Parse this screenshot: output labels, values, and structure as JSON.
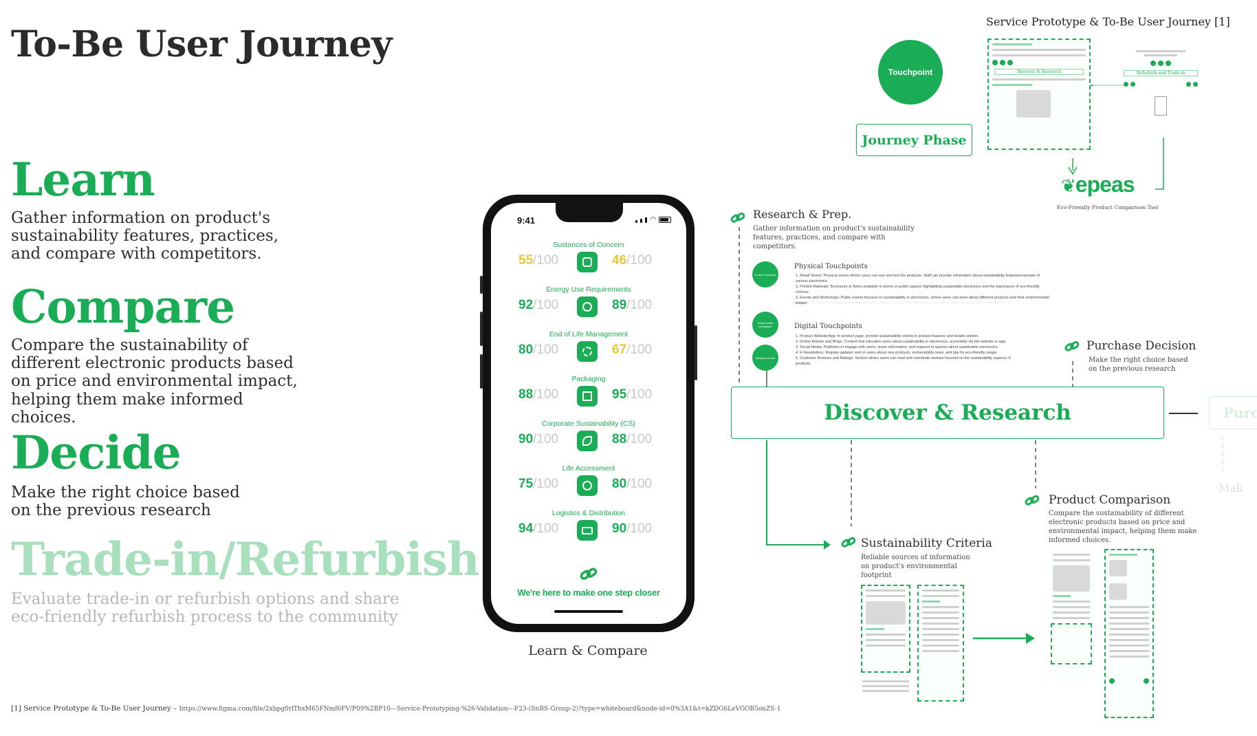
{
  "page": {
    "title": "To-Be User Journey",
    "footnote_label": "[1] Service Prototype & To-Be User Journey –",
    "footnote_url": "https://www.figma.com/file/2xbpg0rlThxM65FNmf6FV/P09%2BP10---Service-Prototyping-%26-Validation---F23-(SnRS-Group-2)?type=whiteboard&node-id=0%3A1&t=kZDG6LeVGOB5onZS-1"
  },
  "phases": [
    {
      "heading": "Learn",
      "description": "Gather information on product's sustainability features, practices, and compare with competitors."
    },
    {
      "heading": "Compare",
      "description": "Compare the sustainability of different electronic products based on price and environmental impact, helping them make informed choices."
    },
    {
      "heading": "Decide",
      "description": "Make the right choice based on the previous research"
    },
    {
      "heading": "Trade-in/Refurbish",
      "description": "Evaluate trade-in or refurbish options and share eco-friendly refurbish process to the community"
    }
  ],
  "phone": {
    "time": "9:41",
    "metrics": [
      {
        "label": "Sustances of Concern",
        "left": "55",
        "right": "46",
        "den": "/100"
      },
      {
        "label": "Energy Use Requirements",
        "left": "92",
        "right": "89",
        "den": "/100"
      },
      {
        "label": "End of Life Management",
        "left": "80",
        "right": "67",
        "den": "/100"
      },
      {
        "label": "Packaging",
        "left": "88",
        "right": "95",
        "den": "/100"
      },
      {
        "label": "Corporate Sustainability (CS)",
        "left": "90",
        "right": "88",
        "den": "/100"
      },
      {
        "label": "Life Accessment",
        "left": "75",
        "right": "80",
        "den": "/100"
      },
      {
        "label": "Logistics & Distribution",
        "left": "94",
        "right": "90",
        "den": "/100"
      }
    ],
    "tagline": "We're here to make one step closer",
    "caption": "Learn & Compare"
  },
  "legend": {
    "title": "Service Prototype & To-Be User Journey [1]",
    "touchpoint": "Touchpoint",
    "journey_phase": "Journey Phase",
    "brand": "epeas",
    "brand_tagline": "Eco-Friendly Product Comparison Tool"
  },
  "diagram": {
    "research_title": "Research & Prep.",
    "research_desc": "Gather information on product's sustainability features, practices, and compare with competitors.",
    "physical_title": "Physical Touchpoints",
    "physical_items": [
      "1. Retail Stores: Physical stores where users can see and feel the products. Staff can provide information about sustainability features/concepts of various electronics.",
      "2. Printed Materials: Brochures or flyers available in stores or public spaces highlighting sustainable electronics and the importance of eco-friendly choices.",
      "3. Events and Workshops: Public events focused on sustainability in electronics, where users can learn about different products and their environmental impact."
    ],
    "digital_title": "Digital Touchpoints",
    "digital_items": [
      "1. Product Website/App: In product page, provide sustainability criteria in product features and details section.",
      "2. Online Articles and Blogs: Content that educates users about sustainability in electronics, accessible via the website or app.",
      "3. Social Media: Platforms to engage with users, share information, and respond to queries about sustainable electronics.",
      "4. E-Newsletters: Regular updates sent to users about new products, sustainability news, and tips for eco-friendly usage.",
      "5. Customer Reviews and Ratings: Section where users can read and contribute reviews focused on the sustainability aspects of products."
    ],
    "tp_labels": [
      "In-store Purchase",
      "Social media campaigns",
      "Website content"
    ],
    "phase_box": "Discover & Research",
    "next_phase": "Purch",
    "next_step": "Mak",
    "purchase_title": "Purchase Decision",
    "purchase_desc": "Make the right choice based on the previous research",
    "comparison_title": "Product Comparison",
    "comparison_desc": "Compare the sustainability of different electronic products based on price and environmental impact, helping them make informed choices.",
    "criteria_title": "Sustainability Criteria",
    "criteria_desc": "Reliable sources of information on product's environmental footprint",
    "thumb_label_1": "Discover & Research",
    "thumb_label_2": "Refurbish and Trade-in"
  },
  "colors": {
    "accent": "#1aad55",
    "faded": "#a8dfbd",
    "warn": "#e9c737"
  }
}
